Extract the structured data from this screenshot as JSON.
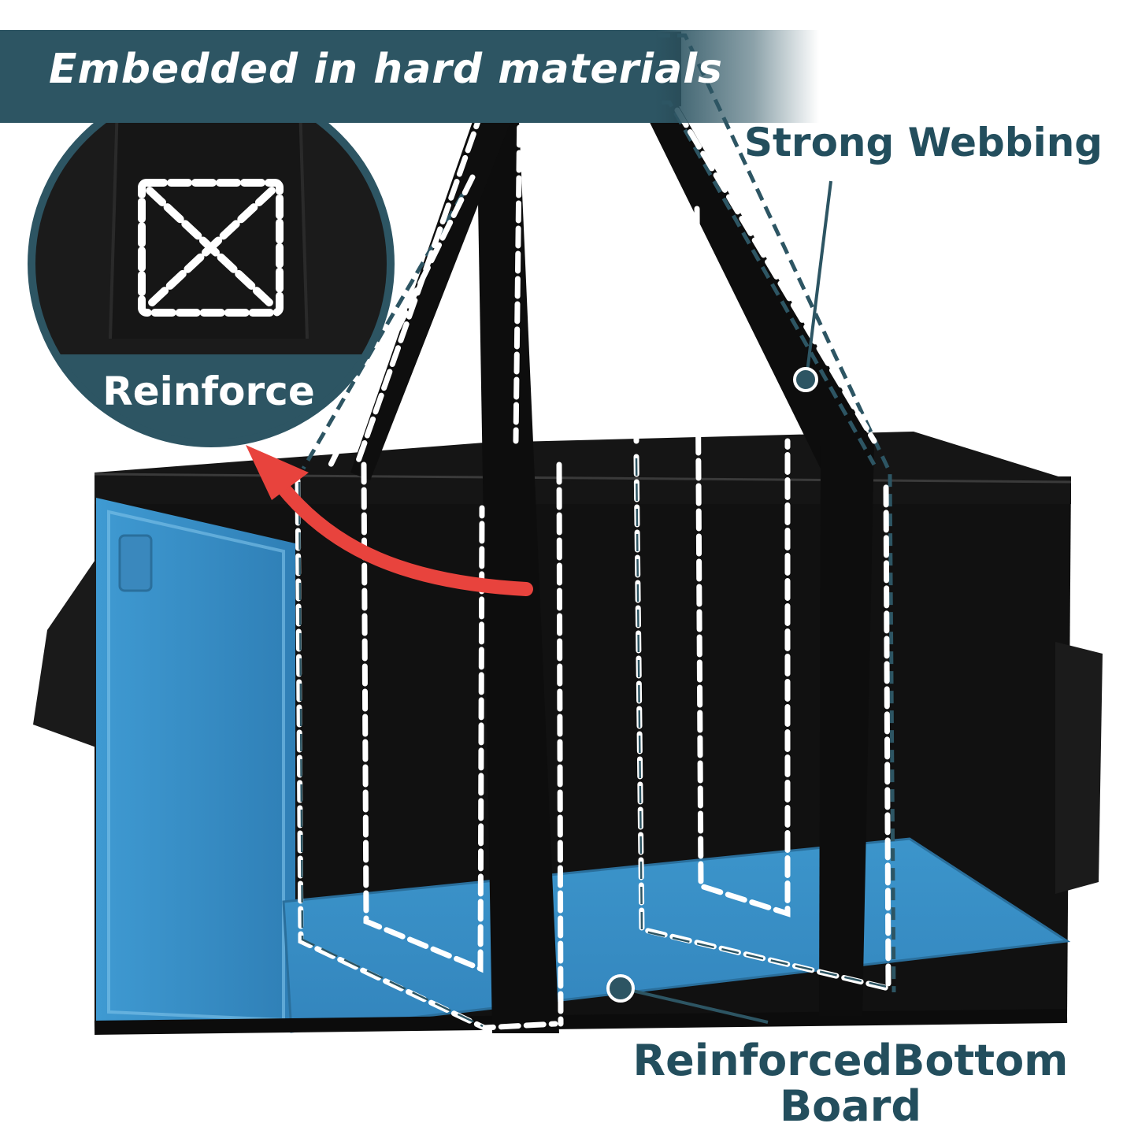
{
  "banner": {
    "title": "Embedded in hard materials"
  },
  "callouts": {
    "reinforce": "Reinforce",
    "strong_webbing": "Strong Webbing",
    "bottom_line1": "ReinforcedBottom",
    "bottom_line2": "Board"
  },
  "colors": {
    "brand_teal": "#2d5563",
    "label_text": "#234e5d",
    "panel_blue": "#3f97cc",
    "bag_black": "#111111",
    "arrow_red": "#e8433d",
    "stitch_white": "#ffffff"
  },
  "icons": {
    "reinforce_stitch": "x-box-stitch-icon",
    "arrow": "curved-arrow-icon"
  }
}
